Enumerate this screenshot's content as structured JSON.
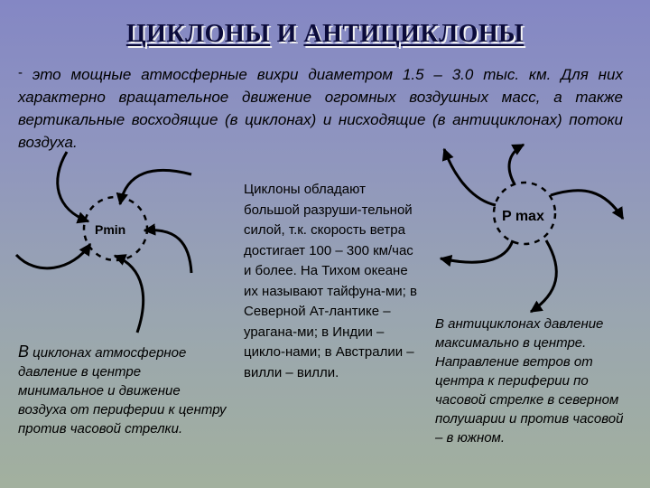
{
  "title": {
    "part1": "ЦИКЛОНЫ",
    "part2": "И",
    "part3": "АНТИЦИКЛОНЫ"
  },
  "intro": {
    "dash": "-",
    "text": " это мощные атмосферные вихри диаметром 1.5 – 3.0 тыс. км. Для них характерно вращательное движение огромных воздушных масс, а также вертикальные восходящие (в циклонах) и нисходящие (в антициклонах) потоки воздуха."
  },
  "cyclone": {
    "label": "Pmin",
    "text_first": "В",
    "text_rest": " циклонах атмосферное давление в центре минимальное и движение воздуха от периферии к центру против часовой стрелки."
  },
  "middle_text": "Циклоны обладают большой разруши-тельной силой, т.к. скорость ветра достигает 100 – 300 км/час и более. На Тихом океане их называют тайфуна-ми; в Северной Ат-лантике – урагана-ми; в Индии – цикло-нами; в Австралии – вилли – вилли.",
  "anticyclone": {
    "label": "P max",
    "text": "В антициклонах давление максимально в центре. Направление ветров от центра к периферии по часовой стрелке в северном полушарии и против часовой – в южном."
  }
}
